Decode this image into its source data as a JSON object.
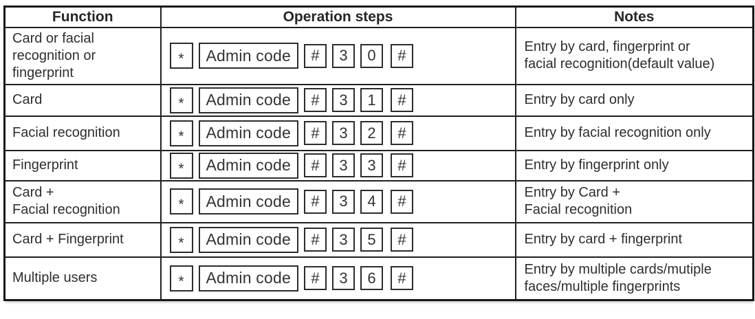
{
  "table": {
    "headers": {
      "function": "Function",
      "operation_steps": "Operation steps",
      "notes": "Notes"
    },
    "rows": [
      {
        "function": "Card or facial\nrecognition or\nfingerprint",
        "keys": [
          "*",
          "Admin code",
          "#",
          "3",
          "0",
          "#"
        ],
        "note": "Entry by card, fingerprint or\nfacial recognition(default value)"
      },
      {
        "function": "Card",
        "keys": [
          "*",
          "Admin code",
          "#",
          "3",
          "1",
          "#"
        ],
        "note": "Entry by card only"
      },
      {
        "function": "Facial recognition",
        "keys": [
          "*",
          "Admin code",
          "#",
          "3",
          "2",
          "#"
        ],
        "note": "Entry by facial recognition only"
      },
      {
        "function": "Fingerprint",
        "keys": [
          "*",
          "Admin code",
          "#",
          "3",
          "3",
          "#"
        ],
        "note": "Entry by fingerprint only"
      },
      {
        "function": "Card +\nFacial recognition",
        "keys": [
          "*",
          "Admin code",
          "#",
          "3",
          "4",
          "#"
        ],
        "note": "Entry by Card +\nFacial recognition"
      },
      {
        "function": "Card + Fingerprint",
        "keys": [
          "*",
          "Admin code",
          "#",
          "3",
          "5",
          "#"
        ],
        "note": "Entry by card + fingerprint"
      },
      {
        "function": "Multiple users",
        "keys": [
          "*",
          "Admin code",
          "#",
          "3",
          "6",
          "#"
        ],
        "note": "Entry by multiple cards/mutiple\nfaces/multiple fingerprints"
      }
    ]
  },
  "colors": {
    "table_border": "#1f1f1f",
    "key_border": "#2c2c2c",
    "text": "#2e2e2e",
    "background": "#ffffff",
    "thin_rule": "#8d8d8d"
  }
}
